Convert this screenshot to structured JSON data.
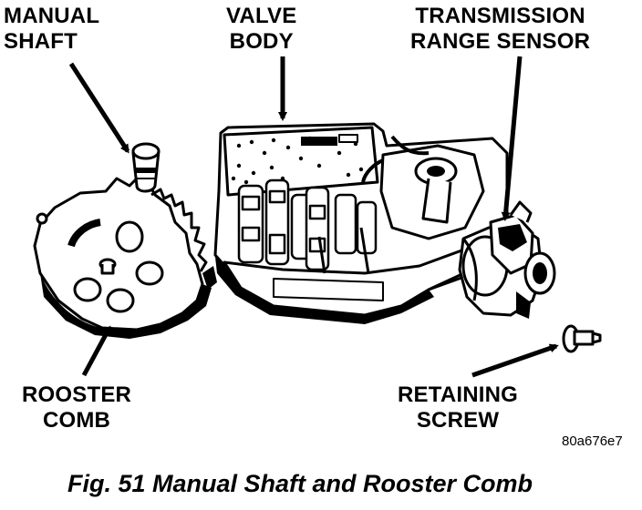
{
  "labels": {
    "manual_shaft": [
      "MANUAL",
      "SHAFT"
    ],
    "valve_body": [
      "VALVE",
      "BODY"
    ],
    "transmission_range_sensor": [
      "TRANSMISSION",
      "RANGE SENSOR"
    ],
    "rooster_comb": [
      "ROOSTER",
      "COMB"
    ],
    "retaining_screw": [
      "RETAINING",
      "SCREW"
    ]
  },
  "figure_code": "80a676e7",
  "caption": "Fig. 51 Manual Shaft and Rooster Comb",
  "colors": {
    "ink": "#000000",
    "paper": "#ffffff"
  }
}
